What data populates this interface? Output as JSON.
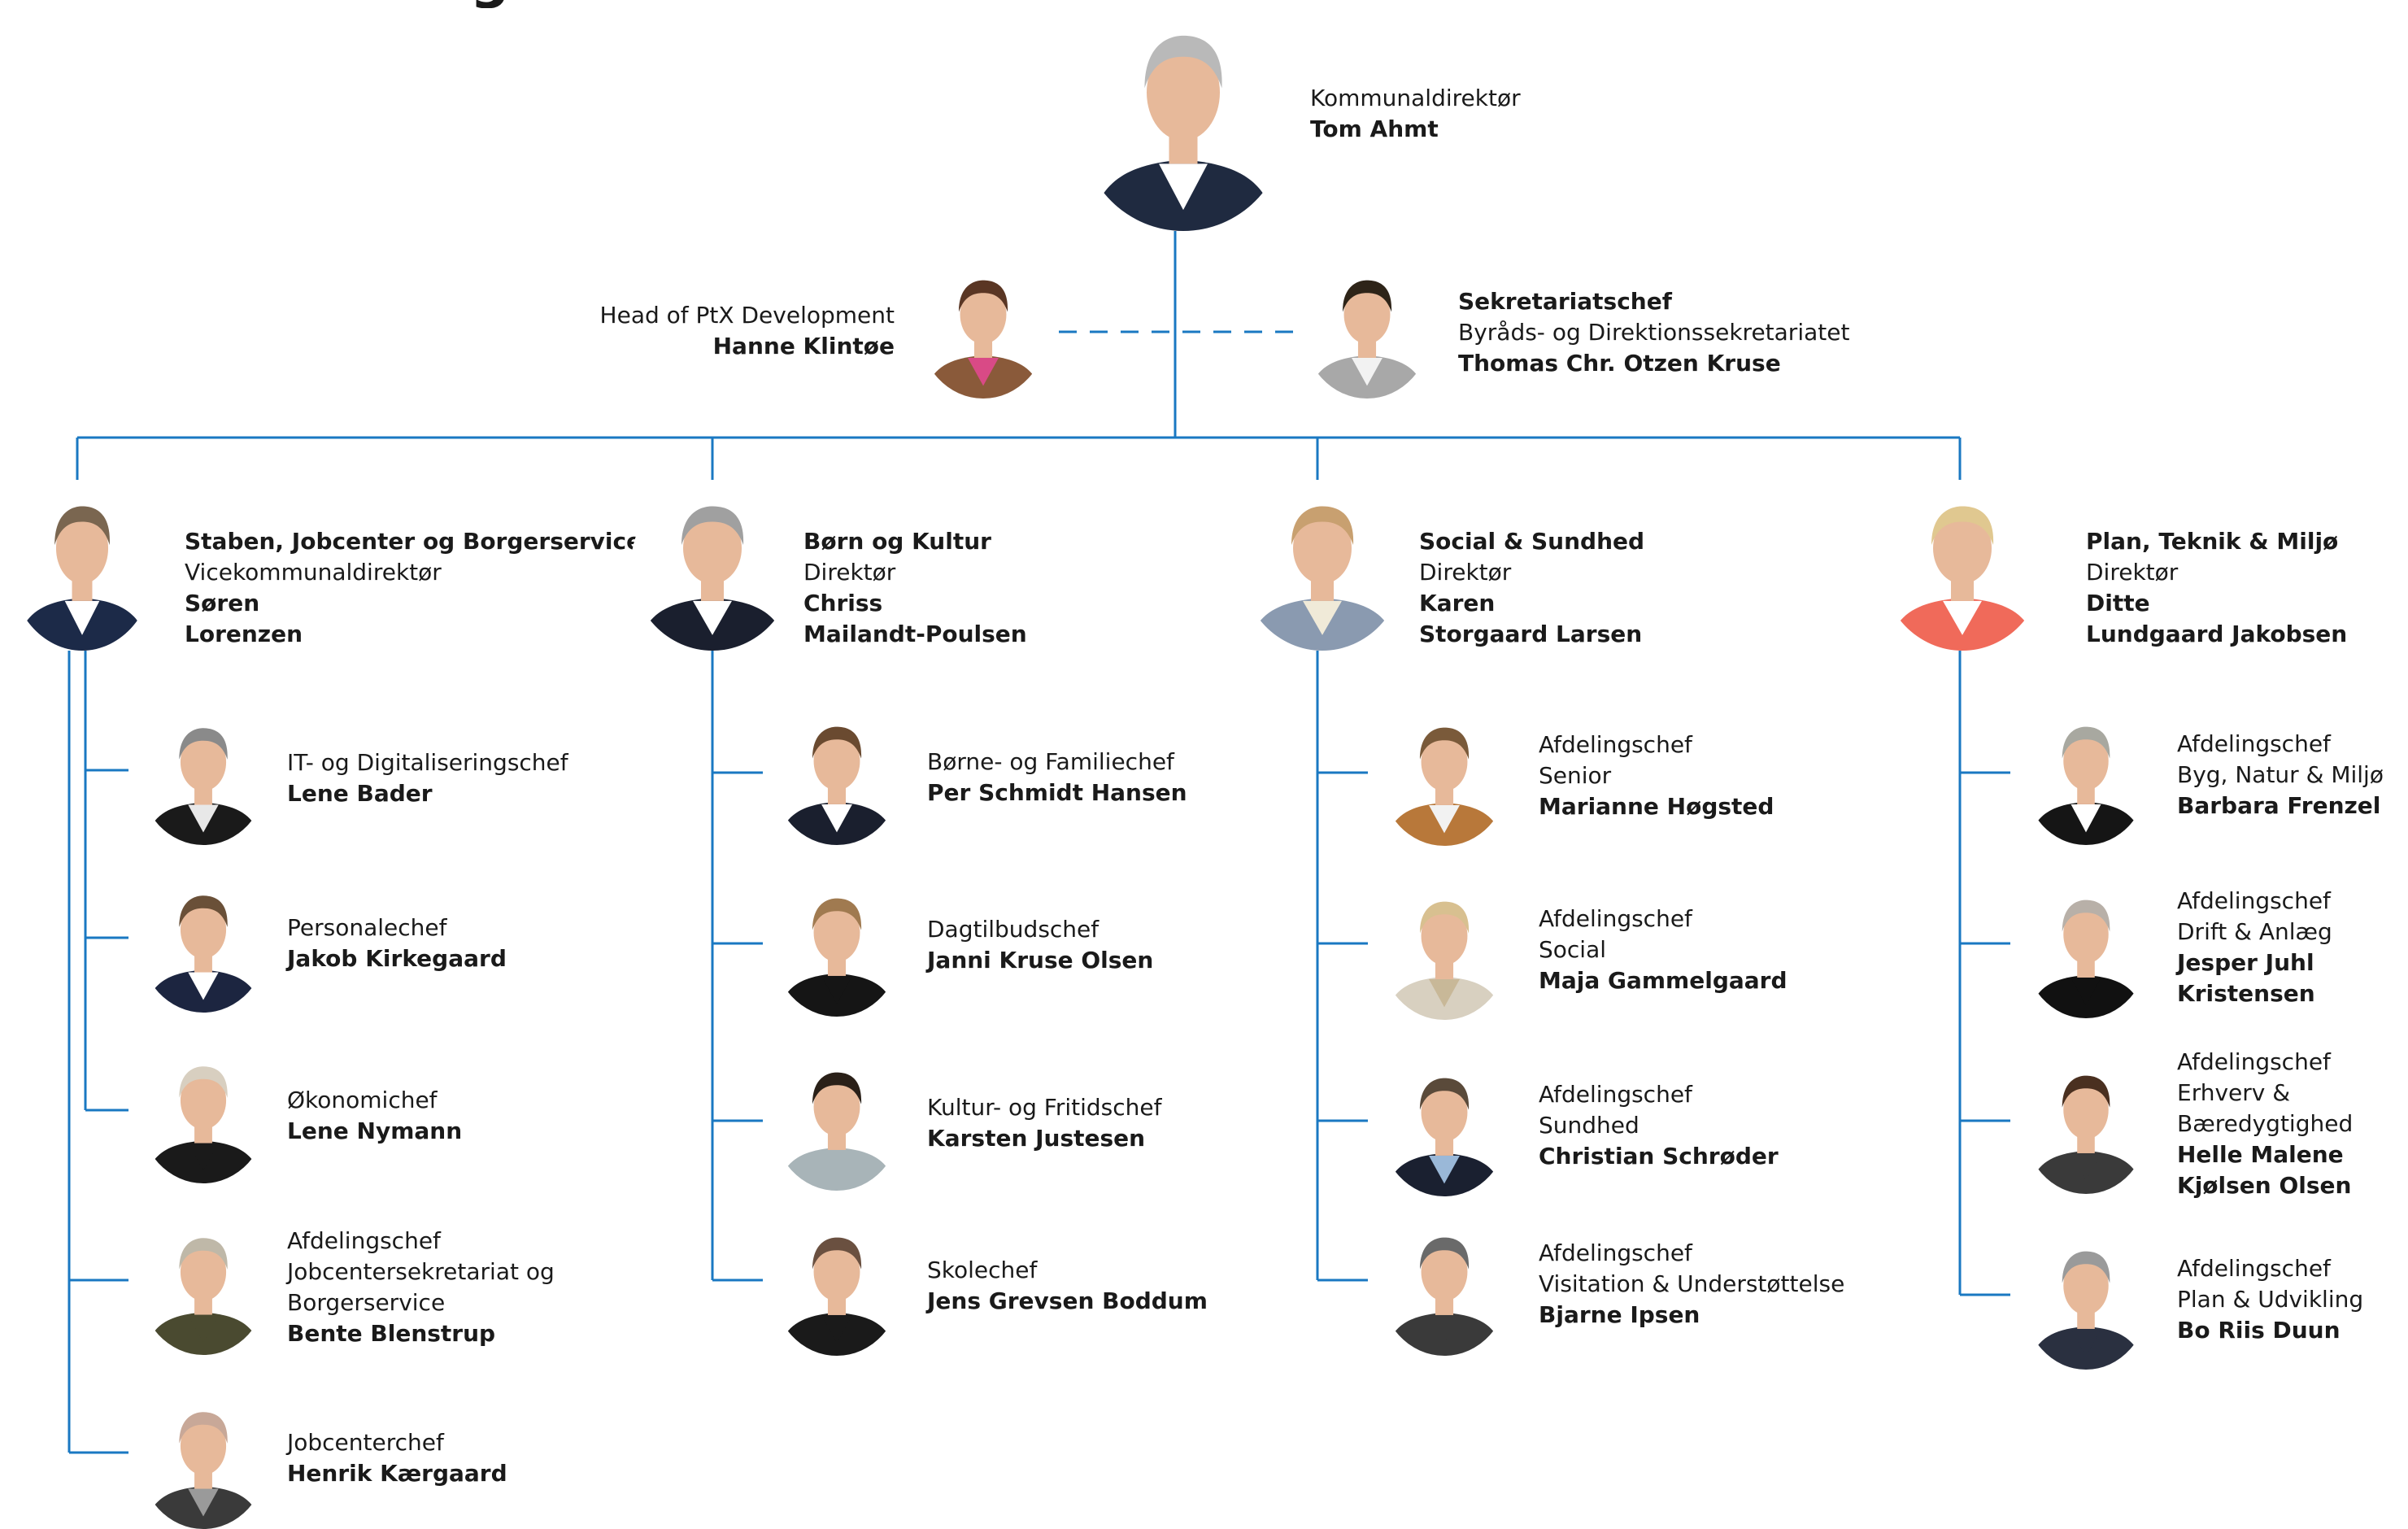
{
  "heading_fragment": "g",
  "colors": {
    "line": "#1a78c2",
    "bg": "#ffffff",
    "text": "#1a1a1a",
    "skin": "#e7b99a",
    "dark_suit": "#1d2535"
  },
  "top": {
    "title": "Kommunaldirektør",
    "name": "Tom Ahmt",
    "shirt": "#ffffff",
    "jacket": "#1f2a40",
    "hair": "#b9b9b9"
  },
  "advisors": {
    "left": {
      "title": "Head of PtX Development",
      "name": "Hanne Klintøe",
      "shirt": "#d94a86",
      "jacket": "#8a5a3a",
      "hair": "#5a3624"
    },
    "right": {
      "title": "Sekretariatschef",
      "subtitle": "Byråds- og Direktionssekretariatet",
      "name": "Thomas Chr. Otzen Kruse",
      "shirt": "#f2f2f2",
      "jacket": "#a8a8a8",
      "hair": "#2e2418"
    }
  },
  "divisions": [
    {
      "dept": "Staben, Jobcenter og Borgerservice",
      "role": "Vicekommunaldirektør",
      "name1": "Søren",
      "name2": "Lorenzen",
      "shirt": "#ffffff",
      "jacket": "#1c2a48",
      "hair": "#7a6650",
      "reports": [
        {
          "lines": [
            "IT- og Digitaliseringschef"
          ],
          "name": [
            "Lene Bader"
          ],
          "shirt": "#e8e8e8",
          "jacket": "#1a1a1a",
          "hair": "#8a8a8a"
        },
        {
          "lines": [
            "Personalechef"
          ],
          "name": [
            "Jakob Kirkegaard"
          ],
          "shirt": "#ffffff",
          "jacket": "#1c2540",
          "hair": "#6a5038"
        },
        {
          "lines": [
            "Økonomichef"
          ],
          "name": [
            "Lene Nymann"
          ],
          "shirt": "#1a1a1a",
          "jacket": "#1a1a1a",
          "hair": "#d8cfc0"
        },
        {
          "lines": [
            "Afdelingschef",
            "Jobcentersekretariat og",
            "Borgerservice"
          ],
          "name": [
            "Bente Blenstrup"
          ],
          "shirt": "#4a4a30",
          "jacket": "#4a4a30",
          "hair": "#bfb8a8"
        },
        {
          "lines": [
            "Jobcenterchef"
          ],
          "name": [
            "Henrik Kærgaard"
          ],
          "shirt": "#9a9a9a",
          "jacket": "#3a3a3a",
          "hair": "#c8a898"
        }
      ]
    },
    {
      "dept": "Børn og Kultur",
      "role": "Direktør",
      "name1": "Chriss",
      "name2": "Mailandt-Poulsen",
      "shirt": "#ffffff",
      "jacket": "#1a1f2e",
      "hair": "#a0a0a0",
      "reports": [
        {
          "lines": [
            "Børne- og Familiechef"
          ],
          "name": [
            "Per Schmidt Hansen"
          ],
          "shirt": "#ffffff",
          "jacket": "#1a1f2e",
          "hair": "#6a4a30"
        },
        {
          "lines": [
            "Dagtilbudschef"
          ],
          "name": [
            "Janni Kruse Olsen"
          ],
          "shirt": "#151515",
          "jacket": "#151515",
          "hair": "#a07a50"
        },
        {
          "lines": [
            "Kultur- og Fritidschef"
          ],
          "name": [
            "Karsten Justesen"
          ],
          "shirt": "#a8b4b8",
          "jacket": "#a8b4b8",
          "hair": "#2a2018"
        },
        {
          "lines": [
            "Skolechef"
          ],
          "name": [
            "Jens Grevsen Boddum"
          ],
          "shirt": "#1a1a1a",
          "jacket": "#1a1a1a",
          "hair": "#6a5040"
        }
      ]
    },
    {
      "dept": "Social & Sundhed",
      "role": "Direktør",
      "name1": "Karen",
      "name2": "Storgaard Larsen",
      "shirt": "#f0ead8",
      "jacket": "#8a9ab0",
      "hair": "#c8a070",
      "reports": [
        {
          "lines": [
            "Afdelingschef",
            "Senior"
          ],
          "name": [
            "Marianne Høgsted"
          ],
          "shirt": "#f2f2f2",
          "jacket": "#b8783a",
          "hair": "#7a5a3a"
        },
        {
          "lines": [
            "Afdelingschef",
            "Social"
          ],
          "name": [
            "Maja Gammelgaard"
          ],
          "shirt": "#c8b898",
          "jacket": "#d8d0c0",
          "hair": "#d8c090"
        },
        {
          "lines": [
            "Afdelingschef",
            "Sundhed"
          ],
          "name": [
            "Christian Schrøder"
          ],
          "shirt": "#9ab8d8",
          "jacket": "#1a2030",
          "hair": "#5a4a3a"
        },
        {
          "lines": [
            "Afdelingschef",
            "Visitation & Understøttelse"
          ],
          "name": [
            "Bjarne Ipsen"
          ],
          "shirt": "#3a3a3a",
          "jacket": "#3a3a3a",
          "hair": "#6a6a6a"
        }
      ]
    },
    {
      "dept": "Plan, Teknik & Miljø",
      "role": "Direktør",
      "name1": "Ditte",
      "name2": "Lundgaard Jakobsen",
      "shirt": "#ffffff",
      "jacket": "#f06a5a",
      "hair": "#e0c890",
      "reports": [
        {
          "lines": [
            "Afdelingschef",
            "Byg, Natur & Miljø"
          ],
          "name": [
            "Barbara Frenzel"
          ],
          "shirt": "#ffffff",
          "jacket": "#151515",
          "hair": "#a8a8a0"
        },
        {
          "lines": [
            "Afdelingschef",
            "Drift & Anlæg"
          ],
          "name": [
            "Jesper Juhl",
            "Kristensen"
          ],
          "shirt": "#111111",
          "jacket": "#111111",
          "hair": "#b8b0a8"
        },
        {
          "lines": [
            "Afdelingschef",
            "Erhverv &",
            "Bæredygtighed"
          ],
          "name": [
            "Helle Malene",
            "Kjølsen Olsen"
          ],
          "shirt": "#3a3a3a",
          "jacket": "#3a3a3a",
          "hair": "#4a3020"
        },
        {
          "lines": [
            "Afdelingschef",
            "Plan & Udvikling"
          ],
          "name": [
            "Bo Riis Duun"
          ],
          "shirt": "#2a3040",
          "jacket": "#2a3040",
          "hair": "#9a9a9a"
        }
      ]
    }
  ]
}
